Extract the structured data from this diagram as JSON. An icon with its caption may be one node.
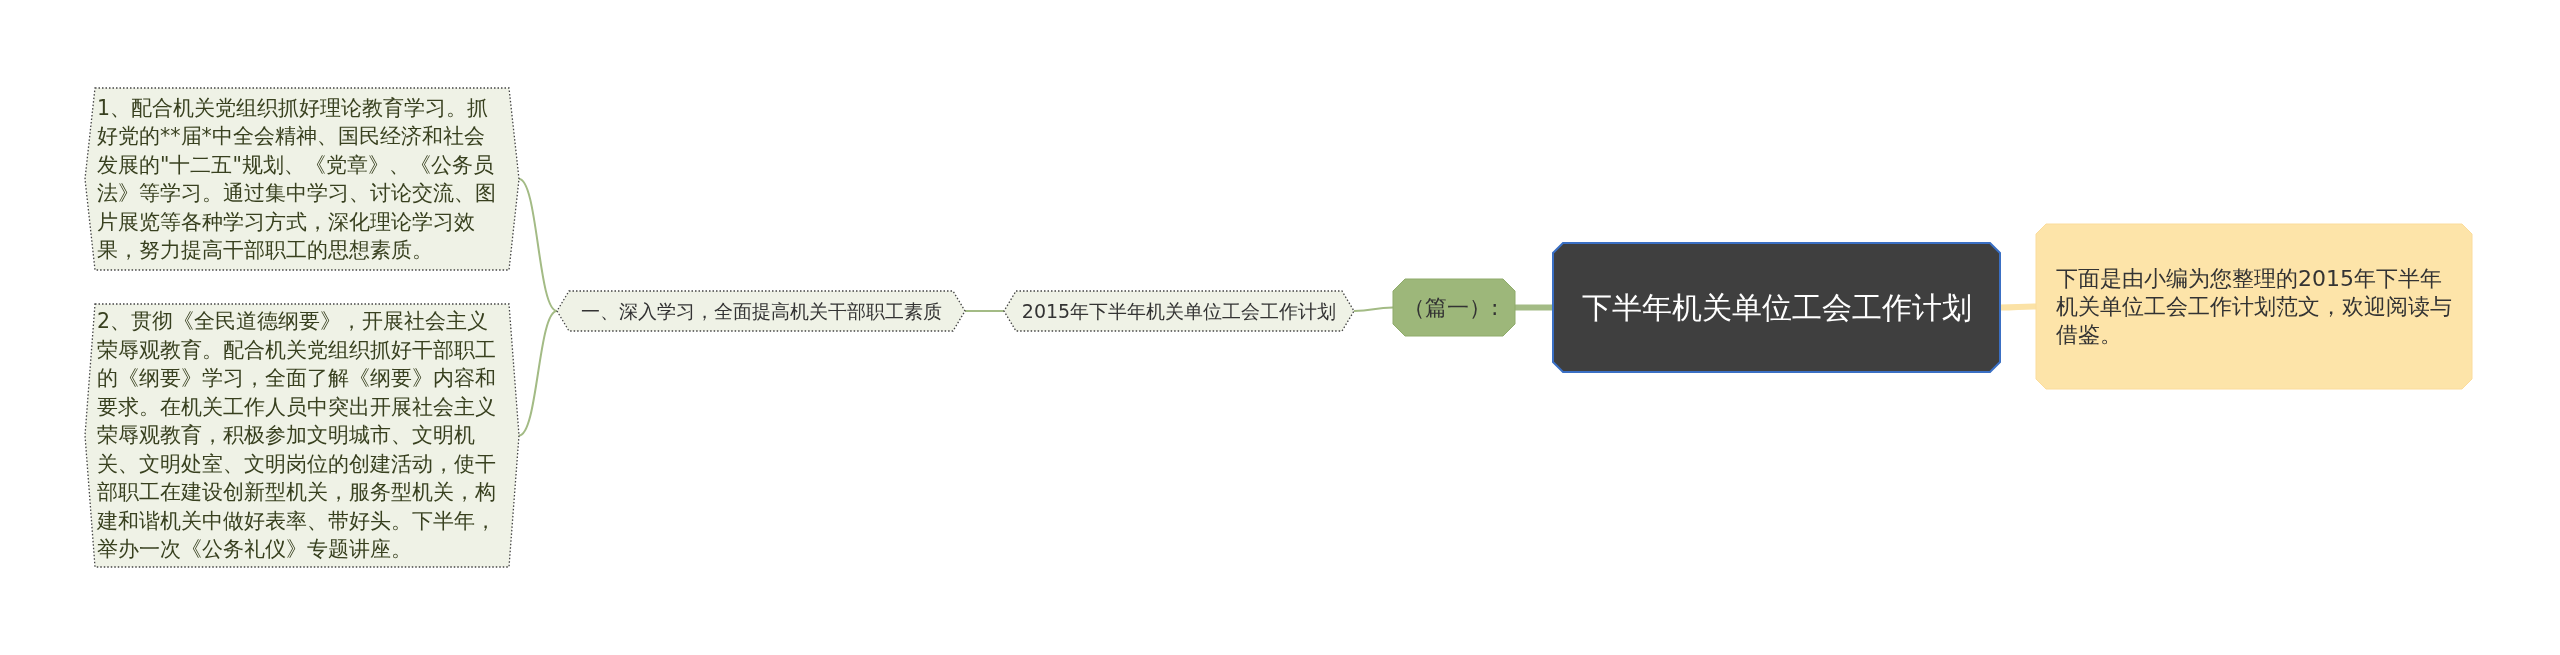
{
  "diagram": {
    "nodes": [
      {
        "text": [
          "下半年机关单位工会工作计划"
        ]
      },
      {
        "text": [
          "下面是由小编为您整理的2015年下半年机关单位工会工作计划范文，欢迎阅读与借鉴。"
        ]
      },
      {
        "text": [
          "（篇一）:"
        ]
      },
      {
        "text": [
          "2015年下半年机关单位工会工作计划"
        ]
      },
      {
        "text": [
          "一、深入学习，全面提高机关干部职工素质"
        ]
      },
      {
        "text": [
          "1、配合机关党组织抓好理论教育学习。抓好党的**届*中全会精神、国民经济和社会发展的\"十二五\"规划、《党章》、《公务员法》等学习。通过集中学习、讨论交流、图片展览等各种学习方式，深化理论学习效果，努力提高干部职工的思想素质。"
        ]
      },
      {
        "text": [
          "2、贯彻《全民道德纲要》，开展社会主义荣辱观教育。配合机关党组织抓好干部职工的《纲要》学习，全面了解《纲要》内容和要求。在机关工作人员中突出开展社会主义荣辱观教育，积极参加文明城市、文明机关、文明处室、文明岗位的创建活动，使干部职工在建设创新型机关，服务型机关，构建和谐机关中做好表率、带好头。下半年，举办一次《公务礼仪》专题讲座。"
        ]
      }
    ],
    "edges": [
      {
        "from": 0,
        "to": 1,
        "arrow": "none",
        "style": "thick",
        "color": "#fbe2a6"
      },
      {
        "from": 0,
        "to": 2,
        "arrow": "none",
        "style": "thick"
      },
      {
        "from": 2,
        "to": 3,
        "arrow": "none"
      },
      {
        "from": 3,
        "to": 4,
        "arrow": "none"
      },
      {
        "from": 4,
        "to": 5,
        "arrow": "none"
      },
      {
        "from": 4,
        "to": 6,
        "arrow": "none"
      }
    ]
  }
}
